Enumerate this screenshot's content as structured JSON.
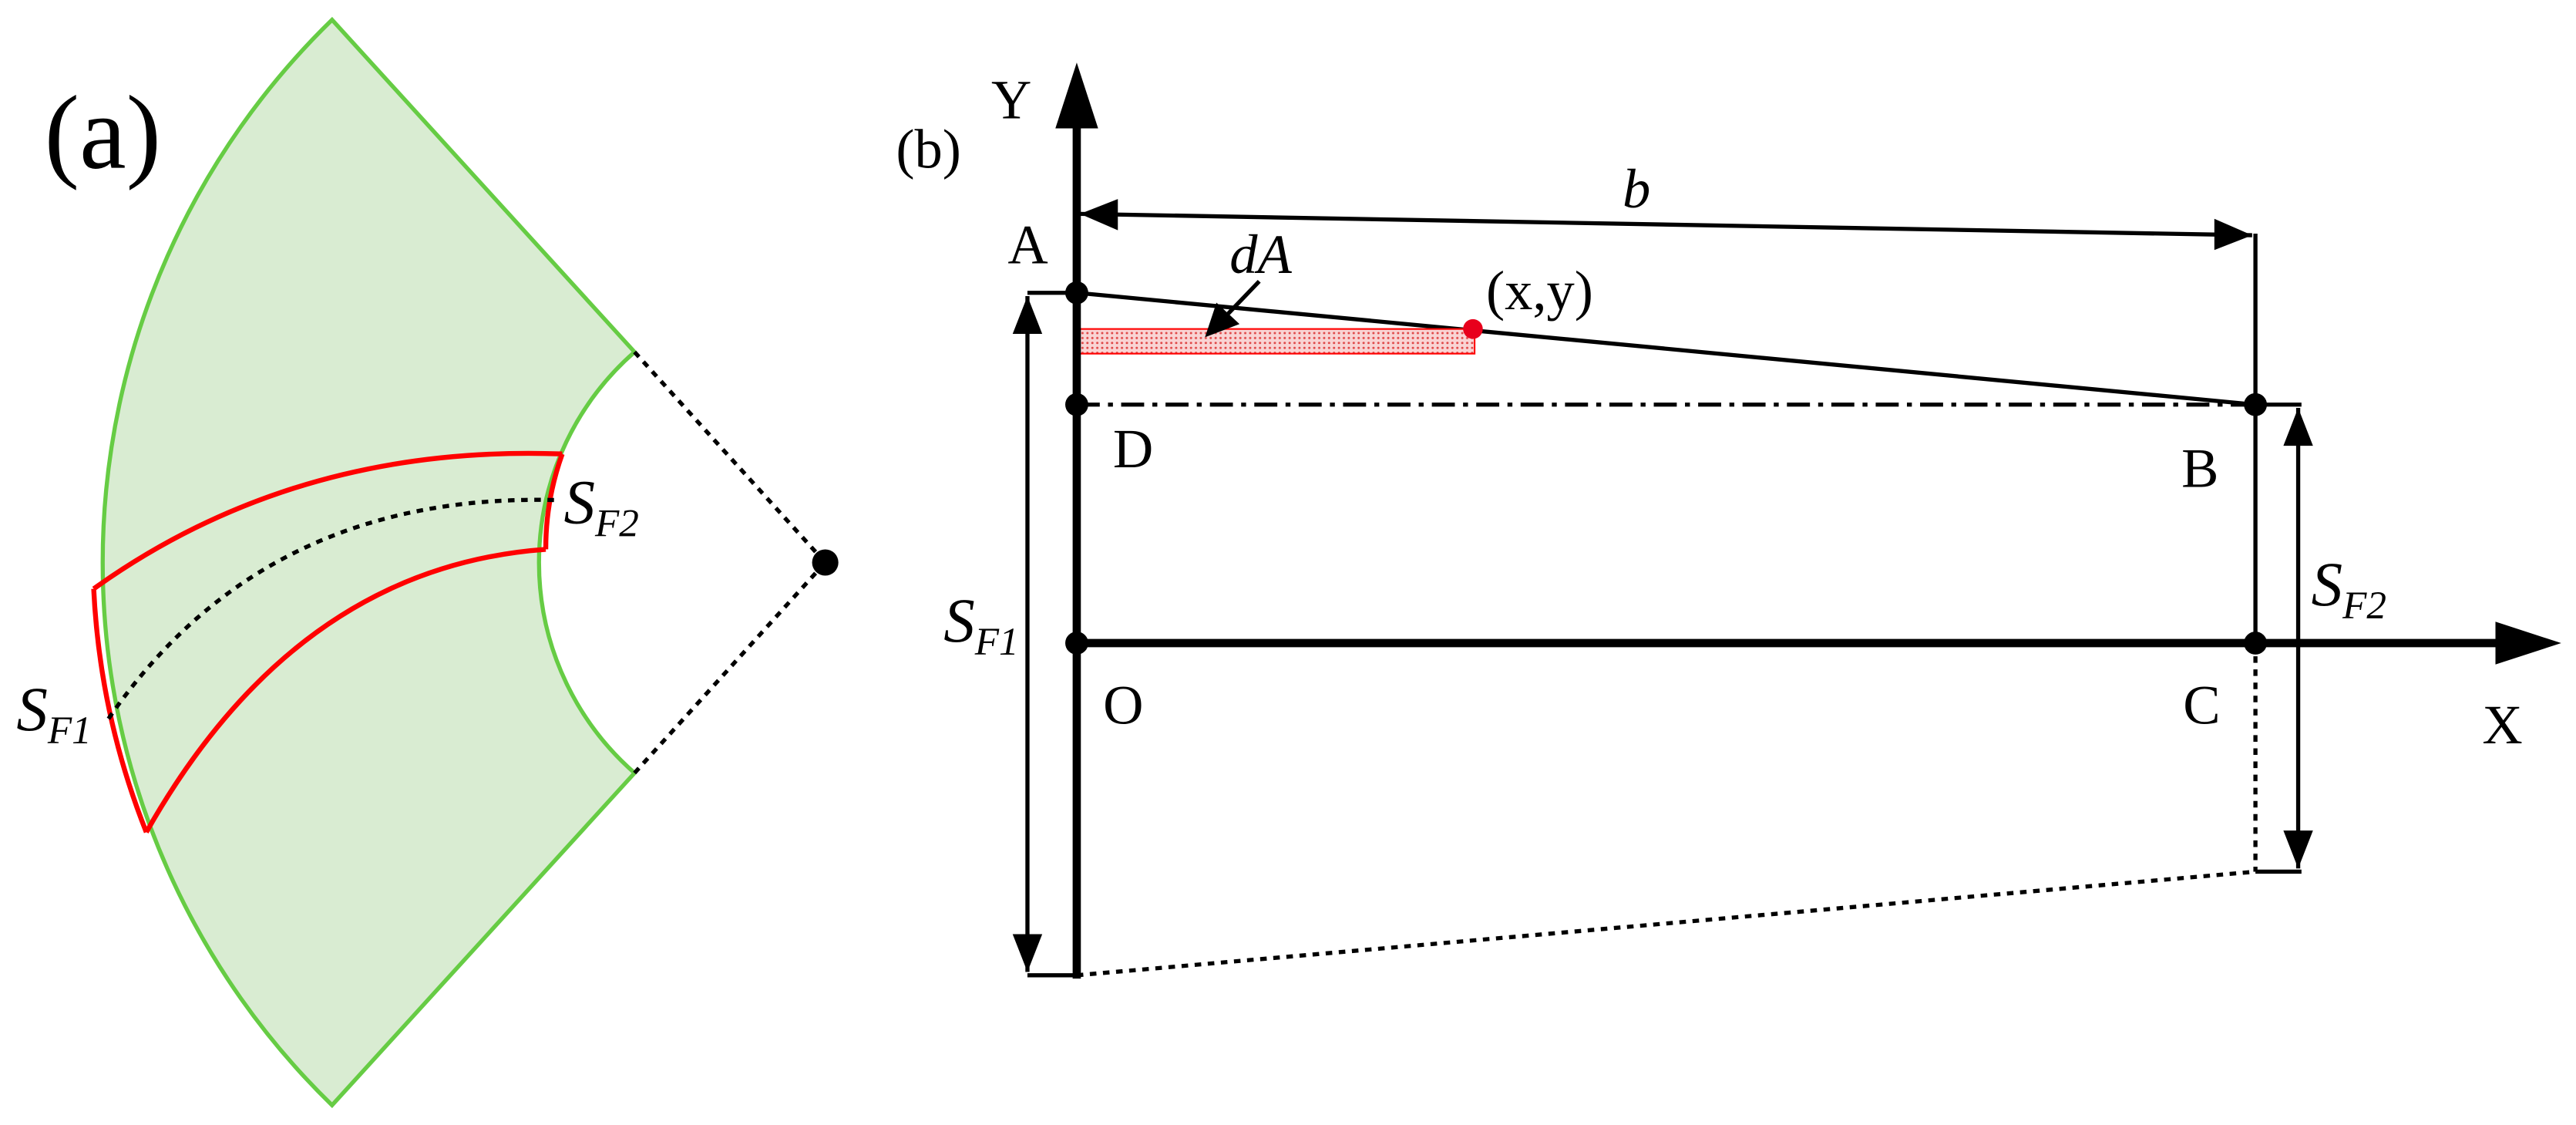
{
  "panel_a": {
    "label": "(a)",
    "sf1": {
      "main": "S",
      "sub": "F1"
    },
    "sf2": {
      "main": "S",
      "sub": "F2"
    }
  },
  "panel_b": {
    "label": "(b)",
    "axis_y": "Y",
    "axis_x": "X",
    "point_a": "A",
    "point_b": "B",
    "point_c": "C",
    "point_d": "D",
    "point_o": "O",
    "width_label": "b",
    "element_label": "dA",
    "coord_label": "(x,y)",
    "sf1": {
      "main": "S",
      "sub": "F1"
    },
    "sf2": {
      "main": "S",
      "sub": "F2"
    }
  },
  "colors": {
    "sector_fill": "#d9ecd2",
    "sector_edge": "#66cc44",
    "section_line": "#ff0000",
    "element_fill": "#f7c6c6",
    "point_red": "#e8001c"
  }
}
